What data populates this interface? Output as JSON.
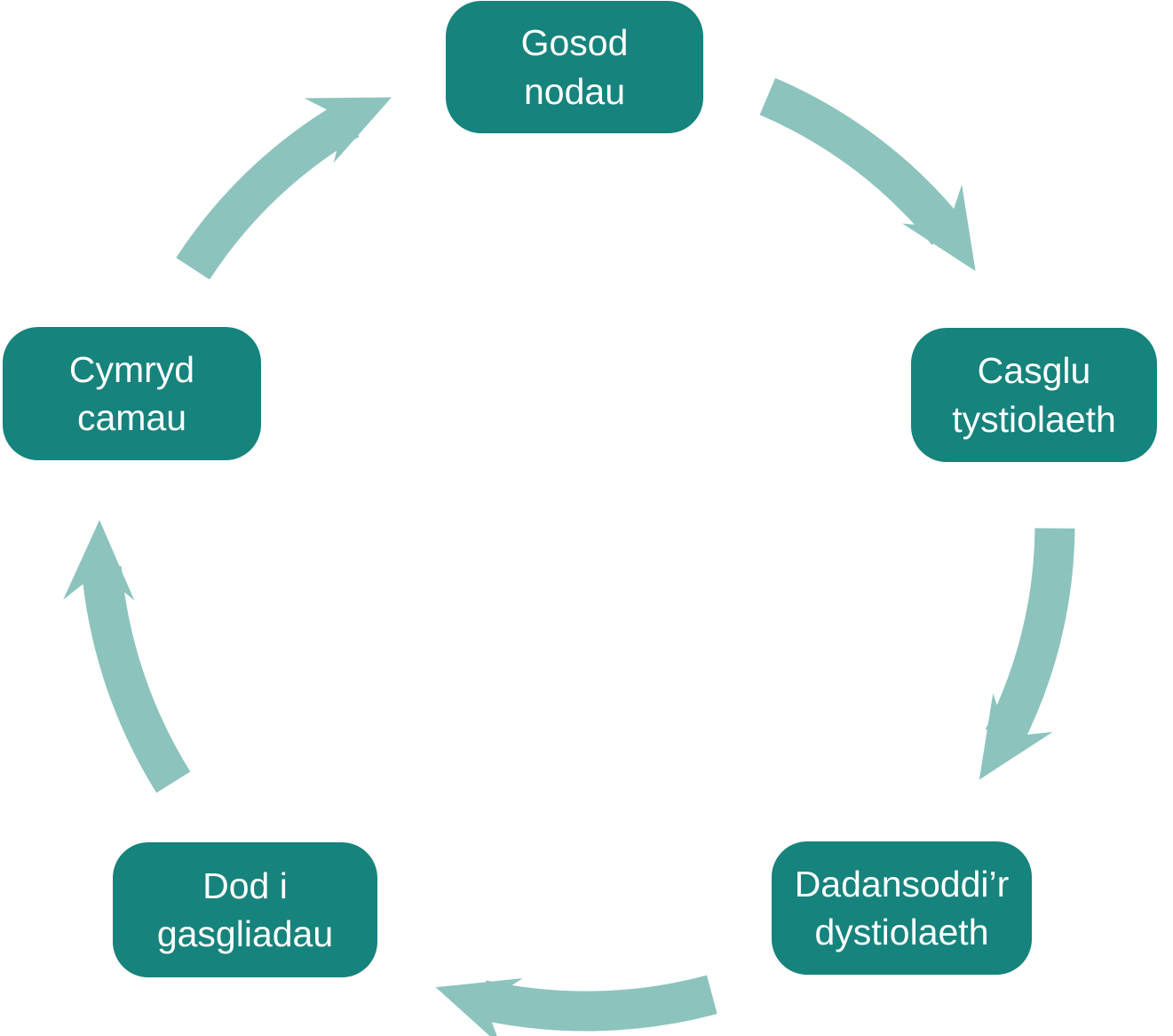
{
  "diagram": {
    "type": "cycle",
    "background_color": "#ffffff",
    "node_color": "#16837C",
    "node_text_color": "#ffffff",
    "arrow_color": "#8CC3BD",
    "nodes": [
      {
        "id": "gosod-nodau",
        "label": "Gosod nodau",
        "lines": [
          "Gosod",
          "nodau"
        ],
        "position": "top"
      },
      {
        "id": "casglu-tystiolaeth",
        "label": "Casglu tystiolaeth",
        "lines": [
          "Casglu",
          "tystiolaeth"
        ],
        "position": "right"
      },
      {
        "id": "dadansoddir-dystiolaeth",
        "label": "Dadansoddi’r dystiolaeth",
        "lines": [
          "Dadansoddi’r",
          "dystiolaeth"
        ],
        "position": "bottom-right"
      },
      {
        "id": "dod-i-gasgliadau",
        "label": "Dod i gasgliadau",
        "lines": [
          "Dod i",
          "gasgliadau"
        ],
        "position": "bottom-left"
      },
      {
        "id": "cymryd-camau",
        "label": "Cymryd camau",
        "lines": [
          "Cymryd",
          "camau"
        ],
        "position": "left"
      }
    ],
    "connections": [
      {
        "from": "gosod-nodau",
        "to": "casglu-tystiolaeth"
      },
      {
        "from": "casglu-tystiolaeth",
        "to": "dadansoddir-dystiolaeth"
      },
      {
        "from": "dadansoddir-dystiolaeth",
        "to": "dod-i-gasgliadau"
      },
      {
        "from": "dod-i-gasgliadau",
        "to": "cymryd-camau"
      },
      {
        "from": "cymryd-camau",
        "to": "gosod-nodau"
      }
    ]
  }
}
